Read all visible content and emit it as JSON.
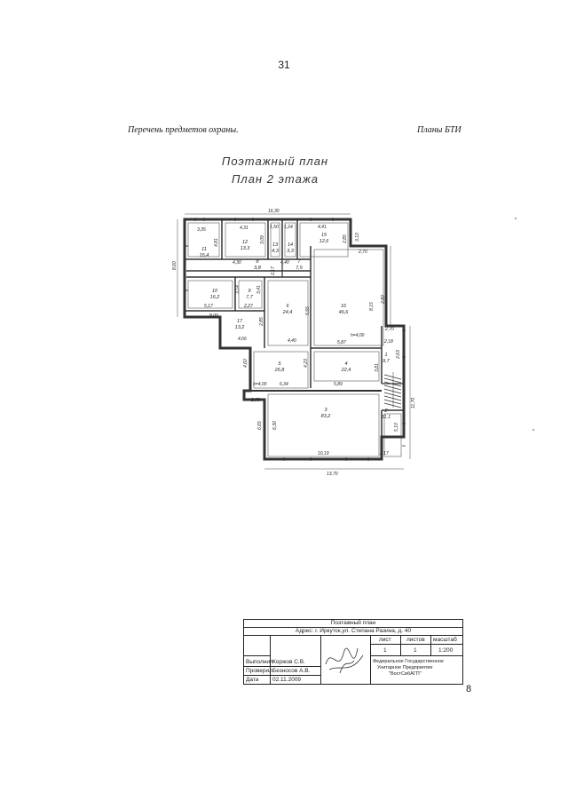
{
  "page": {
    "number": "31",
    "left_header": "Перечень предметов охраны.",
    "right_header": "Планы БТИ",
    "title_line1": "Поэтажный план",
    "title_line2": "План 2 этажа",
    "corner_mark": "8"
  },
  "plan": {
    "rooms": [
      {
        "no": "11",
        "area": "15,4"
      },
      {
        "no": "12",
        "area": "13,3"
      },
      {
        "no": "13",
        "area": "4,3"
      },
      {
        "no": "14",
        "area": "3,3"
      },
      {
        "no": "15",
        "area": "12,6"
      },
      {
        "no": "8",
        "area": "3,8"
      },
      {
        "no": "7",
        "area": "7,5"
      },
      {
        "no": "10",
        "area": "16,2"
      },
      {
        "no": "9",
        "area": "7,7"
      },
      {
        "no": "6",
        "area": "24,4"
      },
      {
        "no": "16",
        "area": "46,6"
      },
      {
        "no": "17",
        "area": "13,2"
      },
      {
        "no": "5",
        "area": "26,8"
      },
      {
        "no": "4",
        "area": "22,4"
      },
      {
        "no": "1",
        "area": "9,7"
      },
      {
        "no": "3",
        "area": "83,2"
      },
      {
        "no": "2",
        "area": "11,1"
      }
    ],
    "dims": {
      "top": "16,30",
      "d335": "3,35",
      "d431": "4,31",
      "d150": "1,50",
      "d124": "1,24",
      "d441": "4,41",
      "d481": "4,81",
      "d309": "3,09",
      "d285a": "2,85",
      "d310": "3,10",
      "d860": "8,60",
      "d430": "4,30",
      "d440": "4,40",
      "d270a": "2,70",
      "d217": "2,17",
      "d314": "3,14",
      "d341": "3,41",
      "d815": "8,15",
      "d280": "2,80",
      "d517": "5,17",
      "d227": "2,27",
      "d555": "5,55",
      "d800": "8,00",
      "d285b": "2,85",
      "h400a": "h=4,00",
      "d270b": "2,70",
      "d587": "5,87",
      "d466": "4,66",
      "d218": "2,18",
      "d263": "2,63",
      "d460": "4,60",
      "d423": "4,23",
      "d381": "3,81",
      "h400b": "h=4,00",
      "d634": "6,34",
      "d589": "5,89",
      "d1170": "11,70",
      "d205": "2,05",
      "d665": "6,65",
      "d630": "6,30",
      "d510": "5,10",
      "d1019": "10,19",
      "d217b": "2,17",
      "bottom": "13,70"
    }
  },
  "stamp": {
    "title": "Поэтажный план",
    "address": "Адрес: г. Иркутск,ул. Степана Разина, д. 40",
    "col_sheet": "лист",
    "col_sheets": "листов",
    "col_scale": "масштаб",
    "val_sheet": "1",
    "val_sheets": "1",
    "val_scale": "1:200",
    "row1_label": "Выполнил",
    "row1_name": "Коржов С.В.",
    "row2_label": "Проверил",
    "row2_name": "Безносов А.В.",
    "row3_label": "Дата",
    "row3_date": "02.11.2009",
    "org_line1": "Федеральное Государственное",
    "org_line2": "Унитарное Предприятие",
    "org_line3": "\"ВостСибАГП\""
  }
}
